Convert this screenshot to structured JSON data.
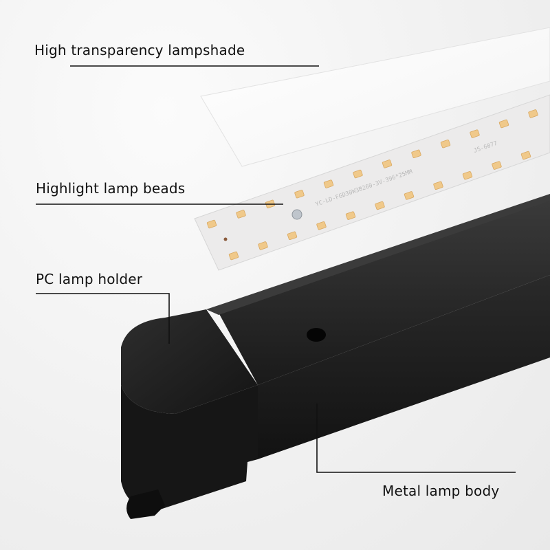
{
  "labels": {
    "lampshade": "High transparency lampshade",
    "beads": "Highlight lamp beads",
    "holder": "PC lamp holder",
    "body": "Metal lamp body"
  },
  "pcb_text": {
    "model": "YC-LD-FGD30W3B260-3V-396*25MM",
    "code": "JS-6077"
  },
  "colors": {
    "background": "#f1f1f1",
    "lampshade": "#ffffff",
    "pcb": "#eceaea",
    "led": "#f0c98a",
    "housing": "#1c1c1c",
    "callout_line": "#111111"
  }
}
